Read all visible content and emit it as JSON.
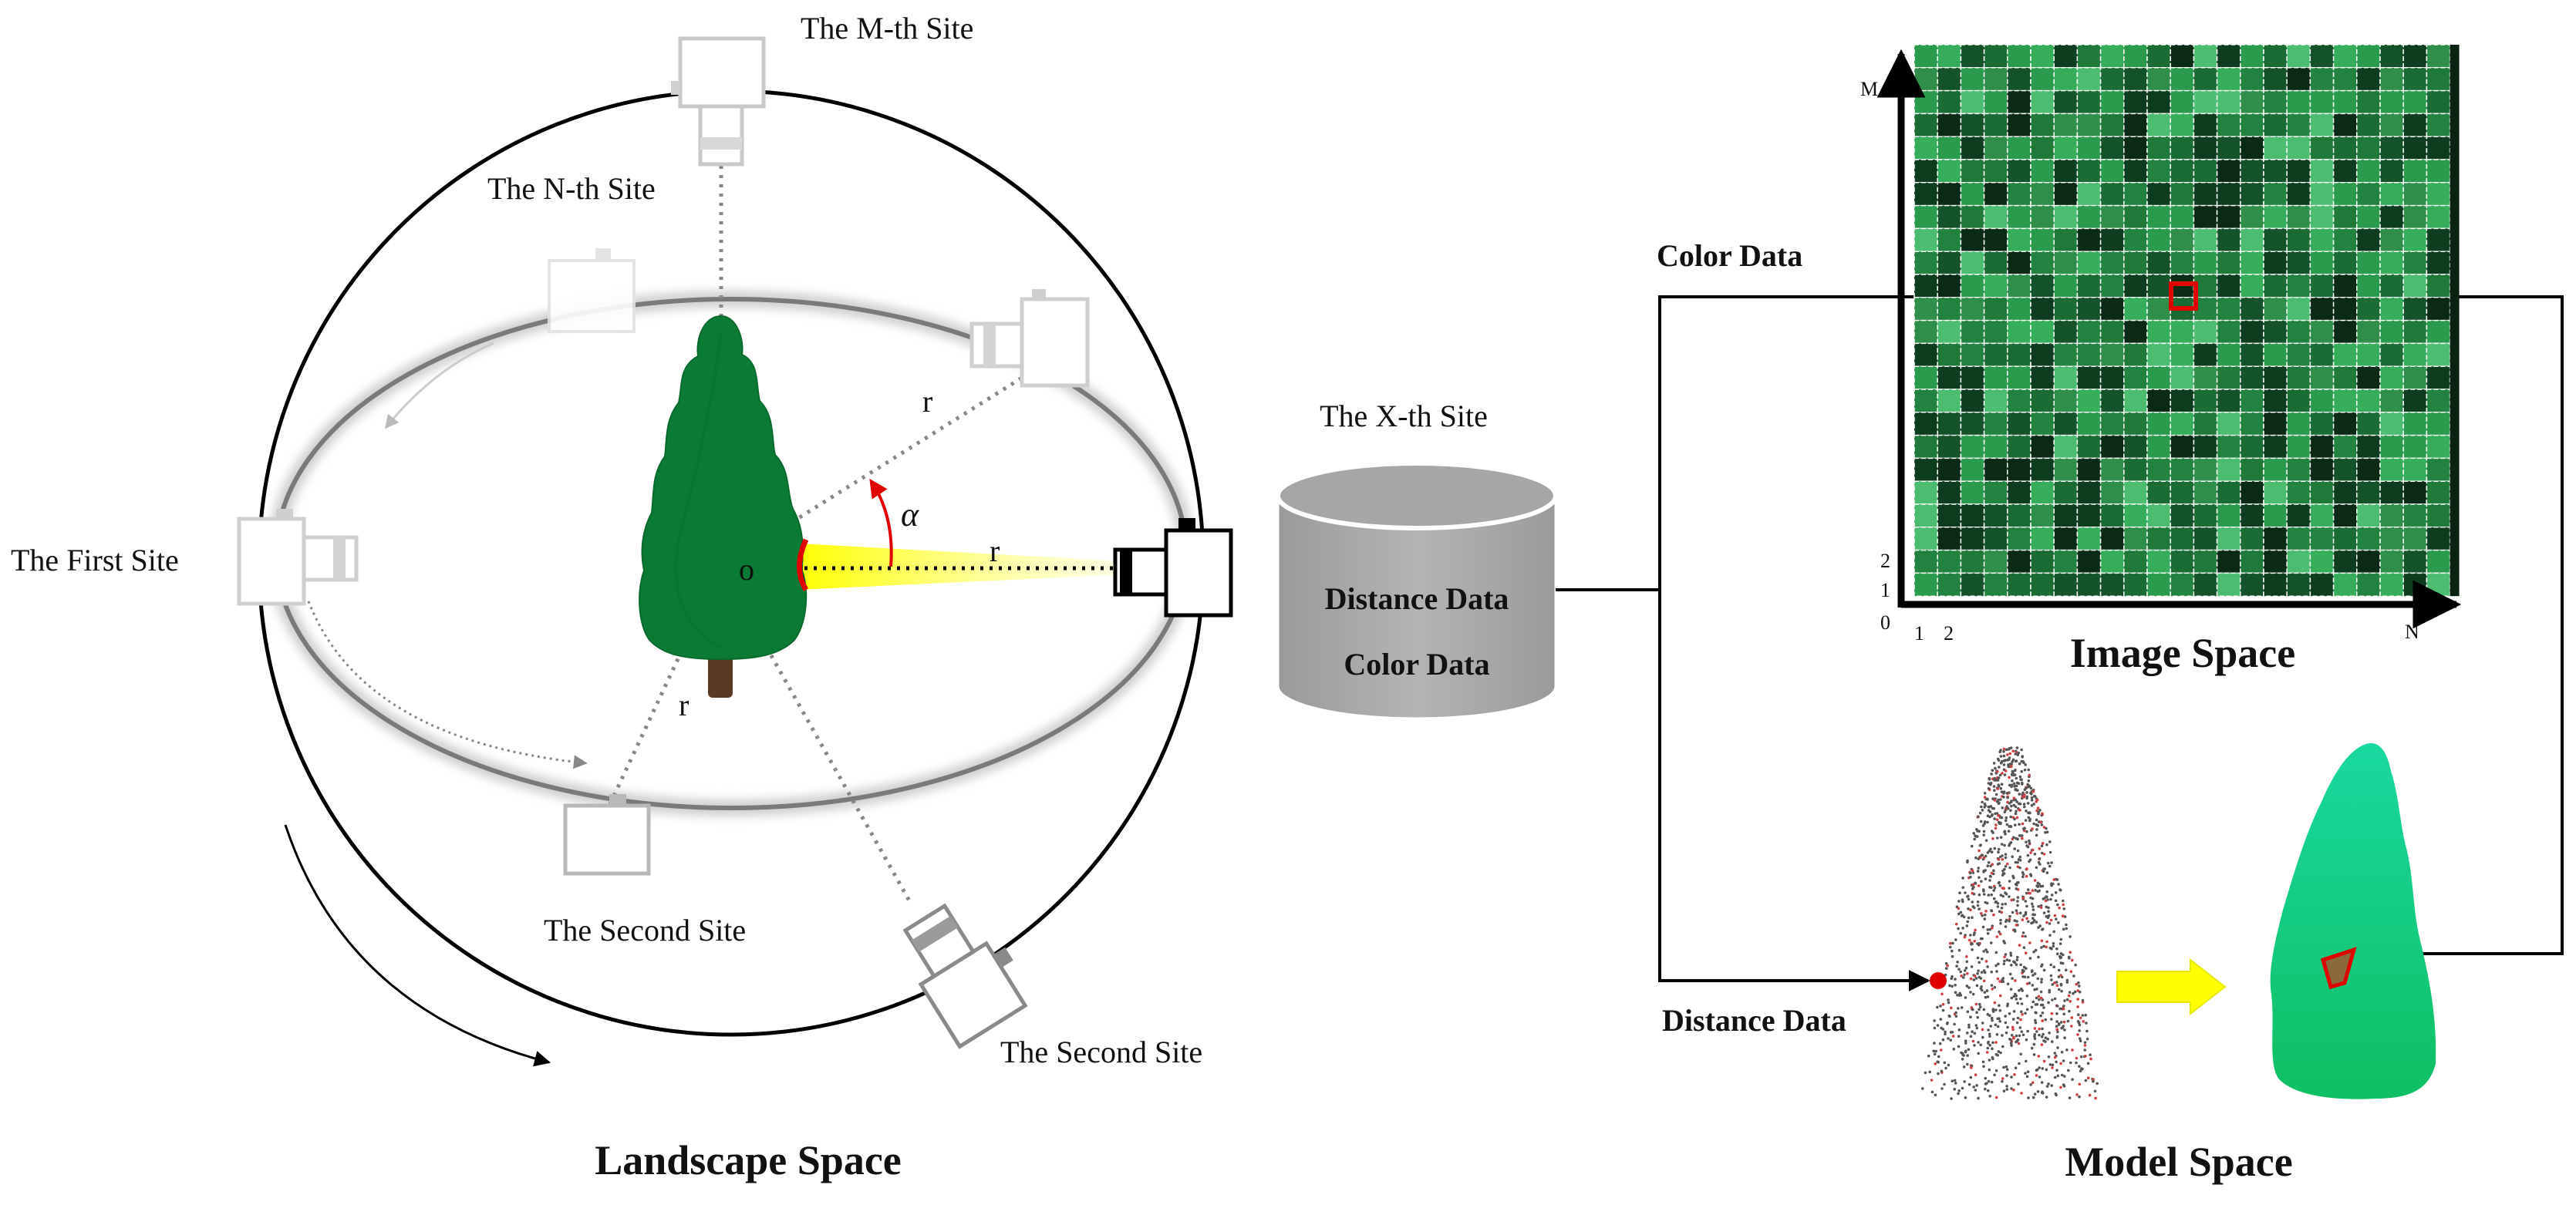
{
  "labels": {
    "mth_site": "The M-th Site",
    "nth_site": "The N-th Site",
    "first_site": "The First Site",
    "second_site_a": "The Second Site",
    "second_site_b": "The Second Site",
    "xth_site": "The X-th Site",
    "r": "r",
    "alpha": "α",
    "origin": "o",
    "landscape_space": "Landscape Space",
    "image_space": "Image Space",
    "model_space": "Model Space",
    "color_data_flow": "Color Data",
    "distance_data_flow": "Distance Data"
  },
  "database": {
    "line1": "Distance Data",
    "line2": "Color Data"
  },
  "image_axes": {
    "y_label": "M",
    "x_label": "N",
    "y_ticks": [
      "2",
      "1",
      "0"
    ],
    "x_ticks": [
      "1",
      "2"
    ]
  },
  "colors": {
    "tree_green": "#0b7a34",
    "trunk": "#5b3a24",
    "beam_yellow": "#ffff00",
    "arc_red": "#e00000",
    "model_green": "#10c87a",
    "arrow_yellow": "#ffff00",
    "camera_gray": "#c8c8c8",
    "cylinder_gray": "#a6a6a6"
  }
}
